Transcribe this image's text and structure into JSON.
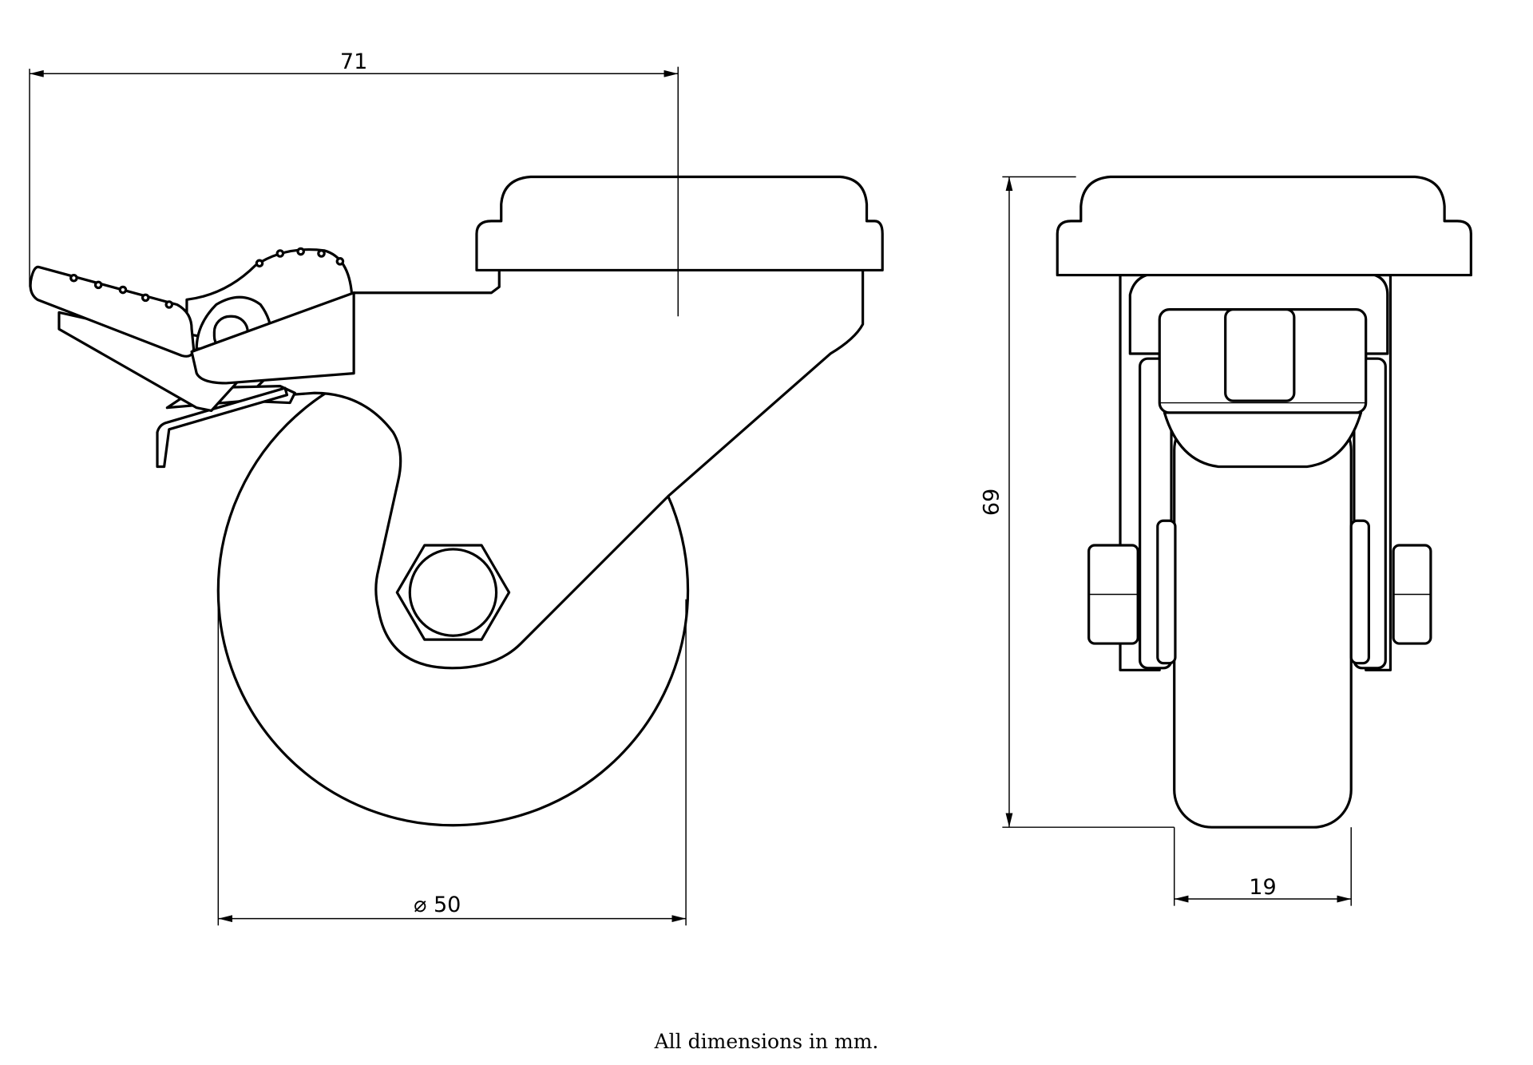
{
  "drawing": {
    "dimensions": {
      "overall_width": "71",
      "height": "69",
      "wheel_diameter": "⌀ 50",
      "wheel_width": "19"
    },
    "note": "All dimensions in mm."
  }
}
